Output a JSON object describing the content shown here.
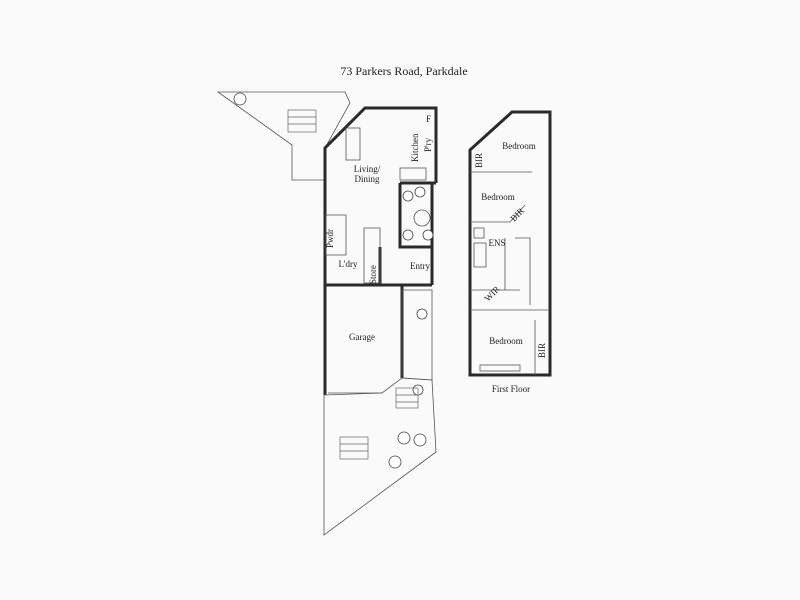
{
  "title": "73 Parkers Road, Parkdale",
  "ground_floor": {
    "living_dining": [
      "Living/",
      "Dining"
    ],
    "kitchen": "Kitchen",
    "pantry": "P'ry",
    "fridge": "F",
    "powder": "Pwdr",
    "laundry": "L'dry",
    "store": "Store",
    "entry": "Entry",
    "garage": "Garage"
  },
  "first_floor": {
    "caption": "First Floor",
    "bedroom_1": "Bedroom",
    "bedroom_2": "Bedroom",
    "bedroom_3": "Bedroom",
    "bir_1": "BIR",
    "bir_2": "BIR",
    "bir_3": "BIR",
    "wir": "WIR",
    "ensuite": "ENS"
  }
}
